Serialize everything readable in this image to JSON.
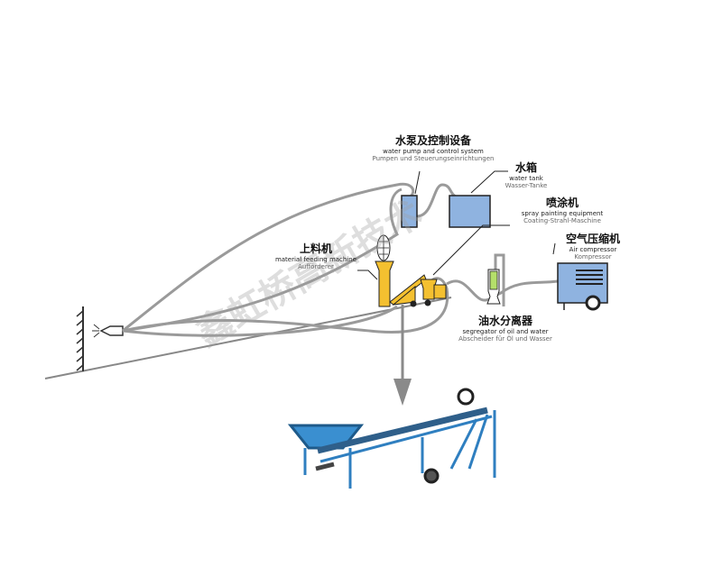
{
  "labels": {
    "pump": {
      "zh": "水泵及控制设备",
      "en": "water pump and control system",
      "de": "Pumpen und Steuerungseinrichtungen"
    },
    "tank": {
      "zh": "水箱",
      "en": "water tank",
      "de": "Wasser-Tanke"
    },
    "spray": {
      "zh": "喷涂机",
      "en": "spray painting equipment",
      "de": "Coating-Strahl-Maschine"
    },
    "compressor": {
      "zh": "空气压缩机",
      "en": "Air compressor",
      "de": "Kompressor"
    },
    "feeder": {
      "zh": "上料机",
      "en": "material feeding machine",
      "de": "Aufförderer"
    },
    "separator": {
      "zh": "油水分离器",
      "en": "segregator of oil and water",
      "de": "Abscheider für Öl und Wasser"
    }
  },
  "watermark": "鑫虹桥高新技术",
  "colors": {
    "equipment_blue": "#8fb3e0",
    "machine_yellow": "#f4c030",
    "separator_green": "#b5e06a",
    "hose": "#9a9a9a",
    "conveyor_blue": "#3a8fd0"
  }
}
